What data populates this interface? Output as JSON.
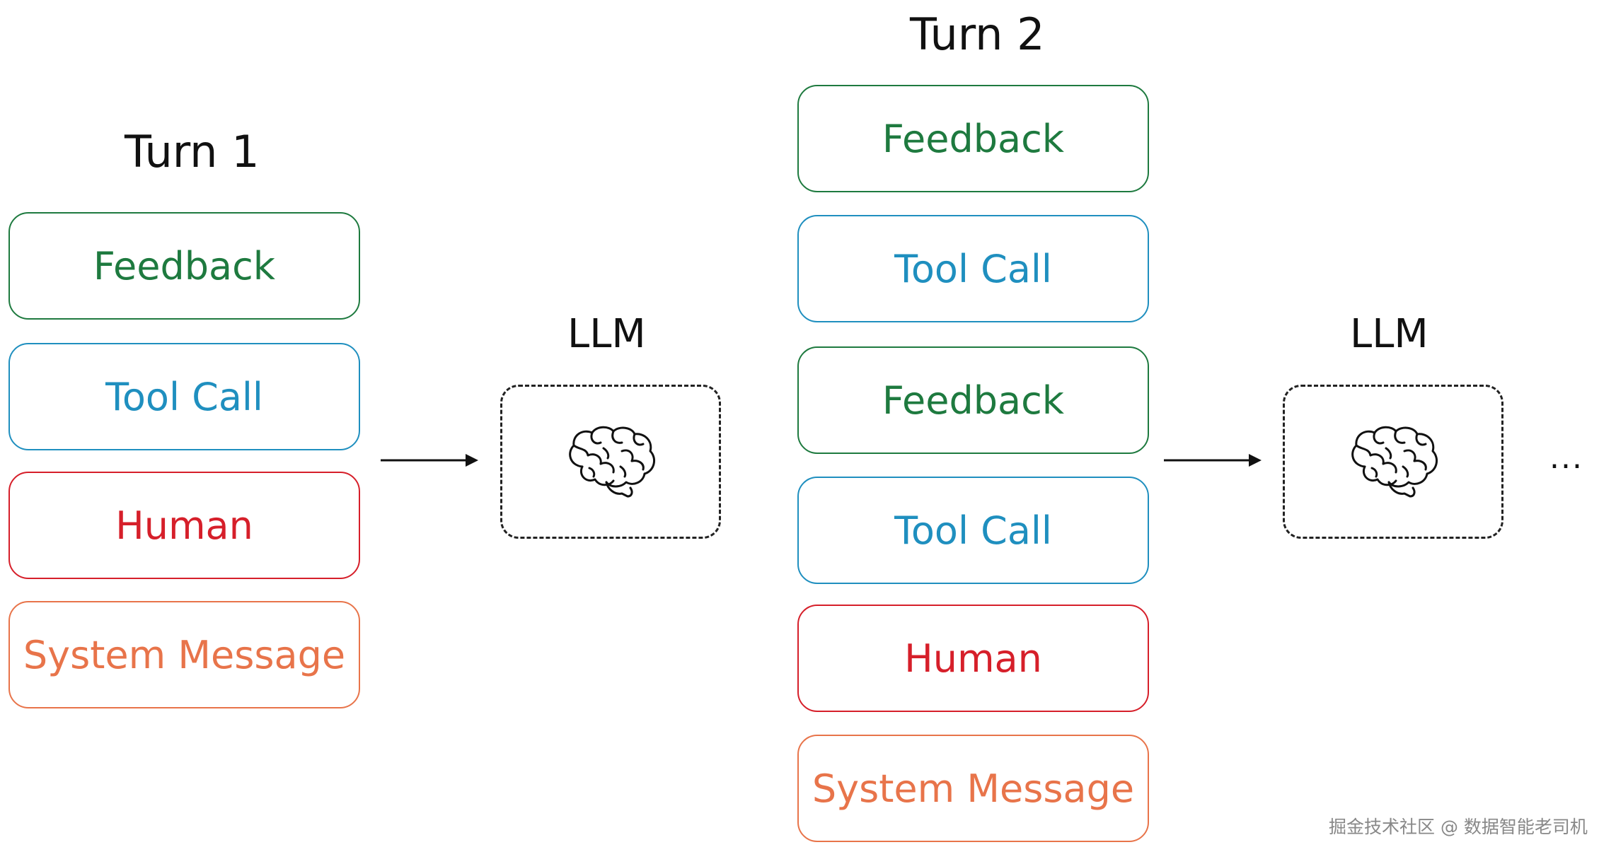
{
  "turn1": {
    "title": "Turn 1",
    "items": [
      {
        "label": "Feedback",
        "kind": "feedback"
      },
      {
        "label": "Tool Call",
        "kind": "toolcall"
      },
      {
        "label": "Human",
        "kind": "human"
      },
      {
        "label": "System Message",
        "kind": "system"
      }
    ]
  },
  "turn2": {
    "title": "Turn 2",
    "items": [
      {
        "label": "Feedback",
        "kind": "feedback"
      },
      {
        "label": "Tool Call",
        "kind": "toolcall"
      },
      {
        "label": "Feedback",
        "kind": "feedback"
      },
      {
        "label": "Tool Call",
        "kind": "toolcall"
      },
      {
        "label": "Human",
        "kind": "human"
      },
      {
        "label": "System Message",
        "kind": "system"
      }
    ]
  },
  "llm1": {
    "label": "LLM",
    "icon": "brain-icon"
  },
  "llm2": {
    "label": "LLM",
    "icon": "brain-icon"
  },
  "continuation": "...",
  "watermark": "掘金技术社区 @ 数据智能老司机",
  "colors": {
    "feedback": "#1e7a3f",
    "toolcall": "#1f8fbf",
    "human": "#d61f2a",
    "system": "#e8744a",
    "text": "#111111"
  }
}
